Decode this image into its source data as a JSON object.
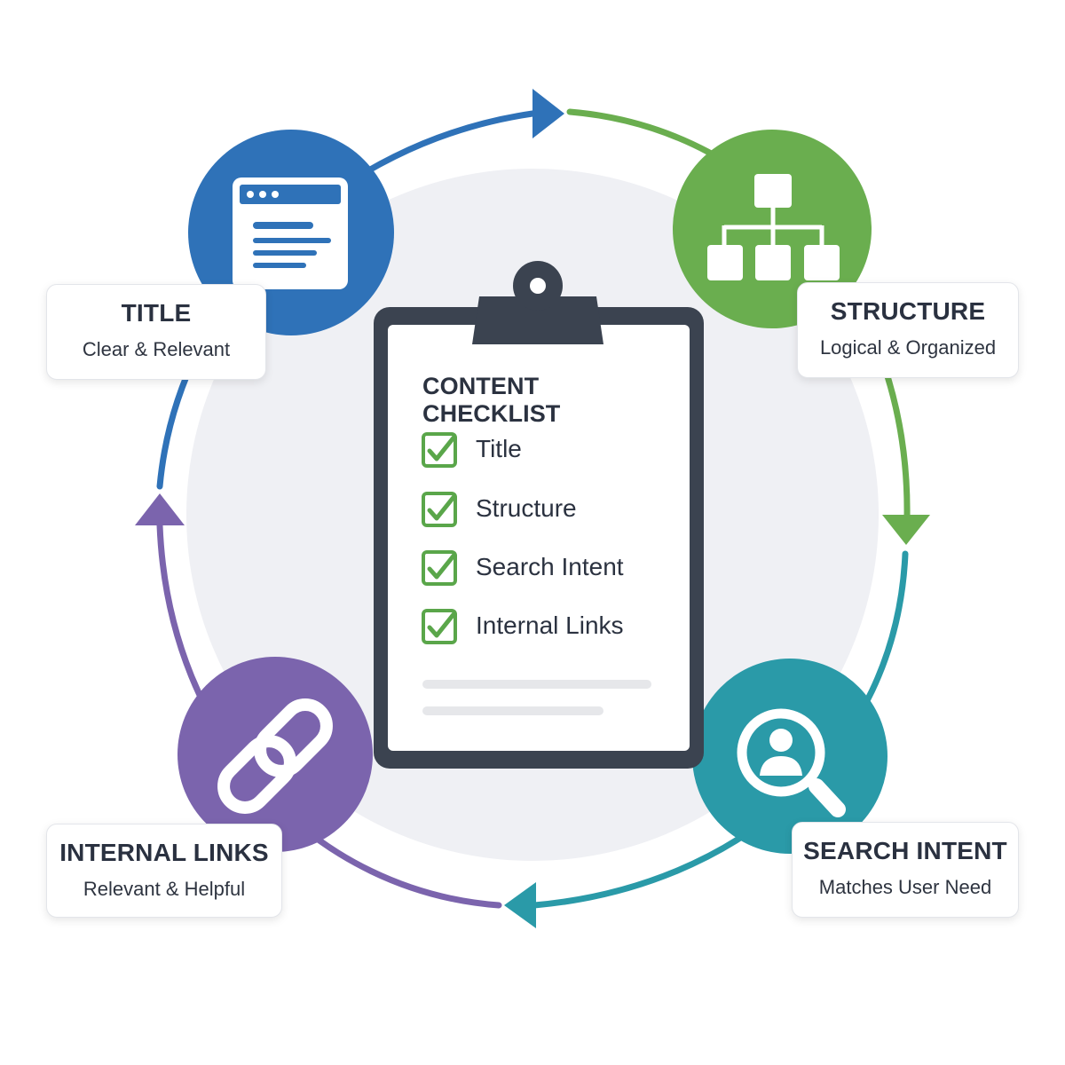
{
  "center": {
    "heading": "CONTENT CHECKLIST",
    "items": [
      {
        "label": "Title",
        "checked": true
      },
      {
        "label": "Structure",
        "checked": true
      },
      {
        "label": "Search Intent",
        "checked": true
      },
      {
        "label": "Internal Links",
        "checked": true
      }
    ]
  },
  "nodes": {
    "title": {
      "title": "TITLE",
      "subtitle": "Clear & Relevant",
      "icon": "browser-window-icon",
      "color": "#2f72b8"
    },
    "structure": {
      "title": "STRUCTURE",
      "subtitle": "Logical & Organized",
      "icon": "sitemap-hierarchy-icon",
      "color": "#6aae4f"
    },
    "search_intent": {
      "title": "SEARCH INTENT",
      "subtitle": "Matches User Need",
      "icon": "user-search-icon",
      "color": "#2a9aa8"
    },
    "internal_links": {
      "title": "INTERNAL LINKS",
      "subtitle": "Relevant & Helpful",
      "icon": "chain-link-icon",
      "color": "#7b64ad"
    }
  },
  "colors": {
    "clipboard_frame": "#3b4350",
    "check_green": "#5aa64a",
    "background_disc": "#eff0f4"
  }
}
